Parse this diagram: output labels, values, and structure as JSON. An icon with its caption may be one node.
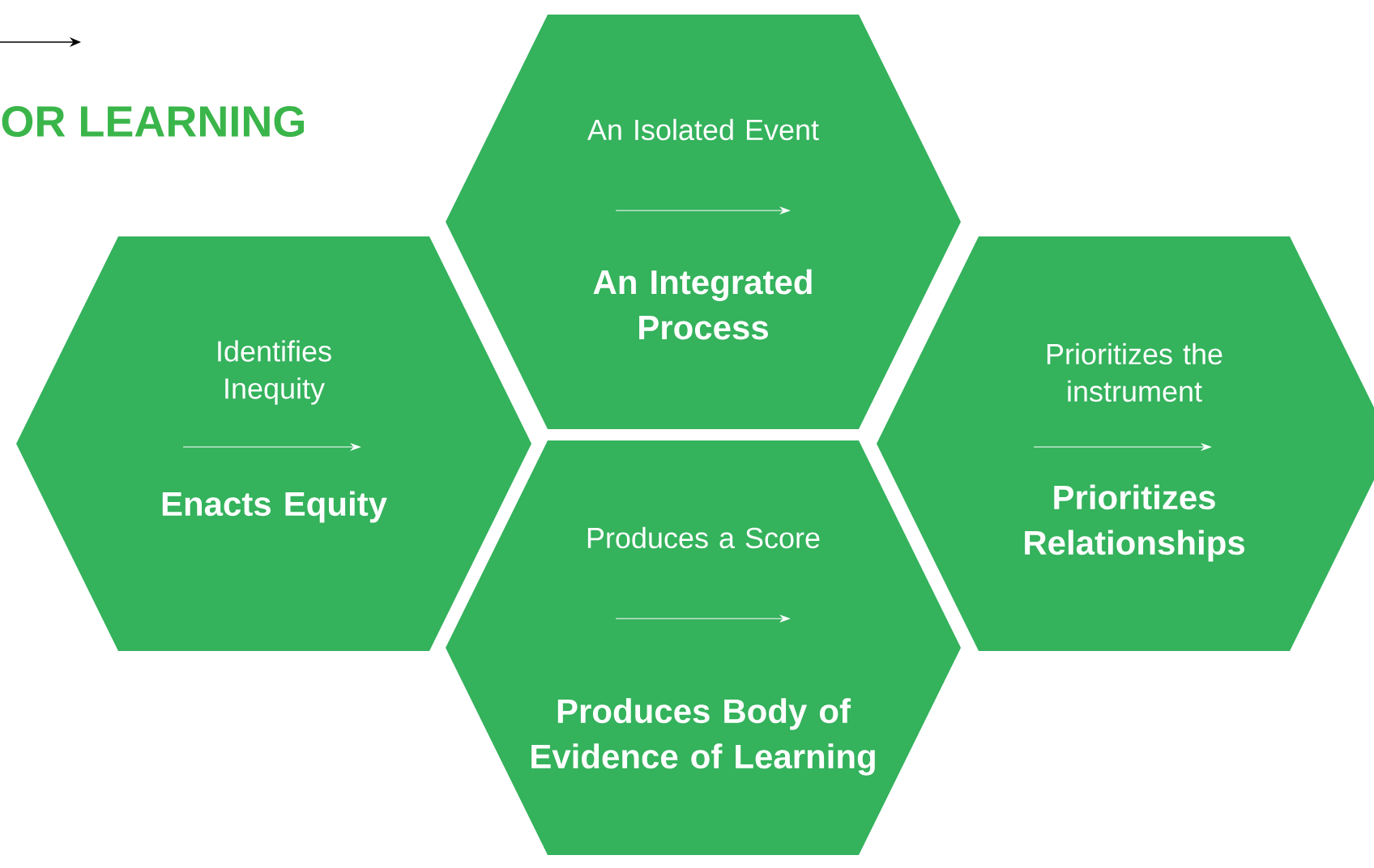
{
  "diagram": {
    "title": "OR LEARNING",
    "nodes": [
      {
        "text": [
          "An Isolated Event",
          "An Integrated Process"
        ]
      },
      {
        "text": [
          "Identifies Inequity",
          "Enacts Equity"
        ]
      },
      {
        "text": [
          "Prioritizes the instrument",
          "Prioritizes Relationships"
        ]
      },
      {
        "text": [
          "Produces a Score",
          "Produces Body of Evidence of Learning"
        ]
      }
    ]
  }
}
